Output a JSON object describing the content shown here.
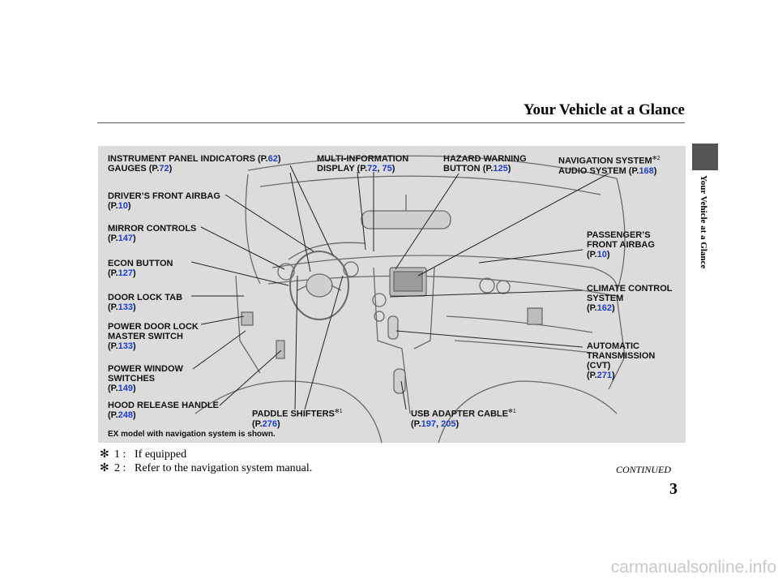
{
  "header": {
    "title": "Your Vehicle at a Glance",
    "side_label": "Your Vehicle at a Glance"
  },
  "figure": {
    "caption": "EX model with navigation system is shown.",
    "callouts": {
      "instrument_panel": {
        "line1": "INSTRUMENT PANEL INDICATORS",
        "line1_ref": "62",
        "line2": "GAUGES",
        "line2_ref": "72"
      },
      "multi_info": {
        "line1": "MULTI-INFORMATION",
        "line2": "DISPLAY",
        "ref1": "72",
        "ref2": "75"
      },
      "hazard": {
        "line1": "HAZARD WARNING",
        "line2": "BUTTON",
        "ref": "125"
      },
      "navigation": {
        "line1": "NAVIGATION SYSTEM",
        "mark": "✻2",
        "line2": "AUDIO SYSTEM",
        "ref": "168"
      },
      "drivers_airbag": {
        "line1": "DRIVER’S FRONT AIRBAG",
        "ref": "10"
      },
      "mirror": {
        "line1": "MIRROR CONTROLS",
        "ref": "147"
      },
      "econ": {
        "line1": "ECON BUTTON",
        "ref": "127"
      },
      "door_lock_tab": {
        "line1": "DOOR LOCK TAB",
        "ref": "133"
      },
      "power_door_lock": {
        "line1": "POWER DOOR LOCK",
        "line2": "MASTER SWITCH",
        "ref": "133"
      },
      "power_window": {
        "line1": "POWER WINDOW",
        "line2": "SWITCHES",
        "ref": "149"
      },
      "hood_release": {
        "line1": "HOOD RELEASE HANDLE",
        "ref": "248"
      },
      "paddle": {
        "line1": "PADDLE SHIFTERS",
        "mark": "✻1",
        "ref": "276"
      },
      "usb": {
        "line1": "USB ADAPTER CABLE",
        "mark": "✻1",
        "ref1": "197",
        "ref2": "205"
      },
      "passenger_airbag": {
        "line1": "PASSENGER’S",
        "line2": "FRONT AIRBAG",
        "ref": "10"
      },
      "climate": {
        "line1": "CLIMATE CONTROL",
        "line2": "SYSTEM",
        "ref": "162"
      },
      "transmission": {
        "line1": "AUTOMATIC",
        "line2": "TRANSMISSION",
        "line3": "(CVT)",
        "ref": "271"
      }
    }
  },
  "footnotes": [
    {
      "mark": "✻",
      "num": "1 :",
      "text": "If equipped"
    },
    {
      "mark": "✻",
      "num": "2 :",
      "text": "Refer to the navigation system manual."
    }
  ],
  "continued": "CONTINUED",
  "page_number": "3",
  "watermark": "carmanualsonline.info",
  "colors": {
    "figure_bg": "#dcdcdc",
    "page_ref": "#1a3ecf",
    "rule": "#555555"
  }
}
